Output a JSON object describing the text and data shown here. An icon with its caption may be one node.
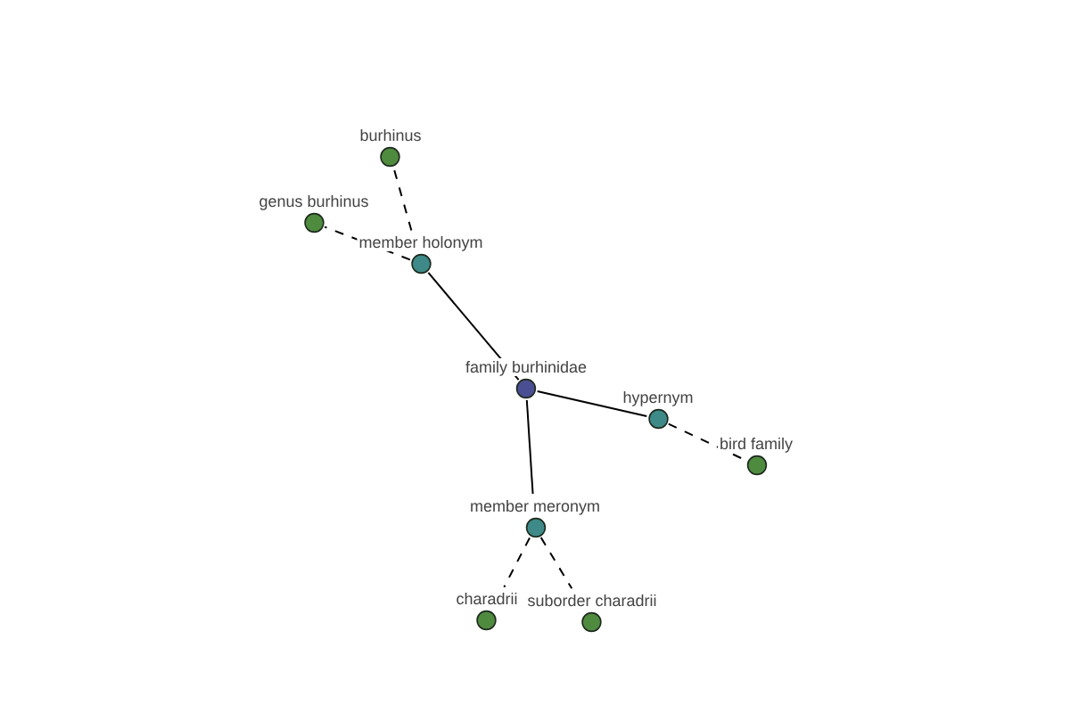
{
  "diagram": {
    "nodes": [
      {
        "text": [
          "burhinus"
        ]
      },
      {
        "text": [
          "genus burhinus"
        ]
      },
      {
        "text": [
          "member holonym"
        ]
      },
      {
        "text": [
          "family burhinidae"
        ]
      },
      {
        "text": [
          "hypernym"
        ]
      },
      {
        "text": [
          "bird family"
        ]
      },
      {
        "text": [
          "member meronym"
        ]
      },
      {
        "text": [
          "charadrii"
        ]
      },
      {
        "text": [
          "suborder charadrii"
        ]
      }
    ],
    "edges": [
      {
        "from": 3,
        "to": 2,
        "arrow": "none"
      },
      {
        "from": 2,
        "to": 0,
        "arrow": "none",
        "style": "dashed"
      },
      {
        "from": 2,
        "to": 1,
        "arrow": "none",
        "style": "dashed"
      },
      {
        "from": 3,
        "to": 4,
        "arrow": "none"
      },
      {
        "from": 4,
        "to": 5,
        "arrow": "none",
        "style": "dashed"
      },
      {
        "from": 3,
        "to": 6,
        "arrow": "none"
      },
      {
        "from": 6,
        "to": 7,
        "arrow": "none",
        "style": "dashed"
      },
      {
        "from": 6,
        "to": 8,
        "arrow": "none",
        "style": "dashed"
      }
    ]
  }
}
